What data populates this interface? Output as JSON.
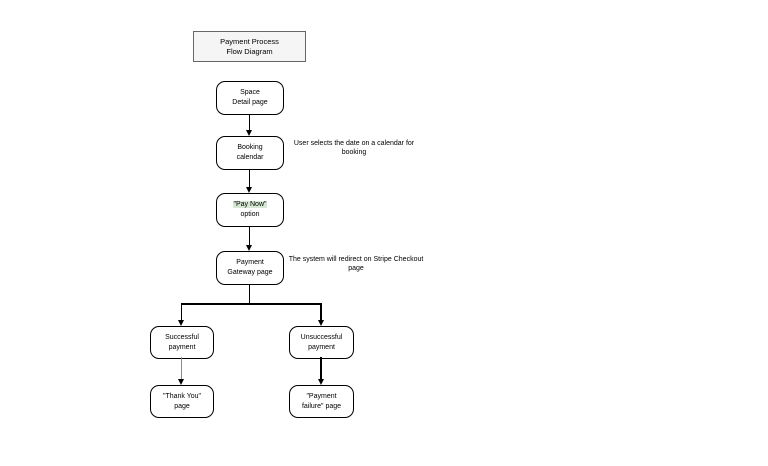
{
  "diagram": {
    "title": {
      "line1": "Payment Process",
      "line2": "Flow Diagram"
    },
    "nodes": {
      "space_detail": {
        "line1": "Space",
        "line2": "Detail page"
      },
      "booking": {
        "line1": "Booking",
        "line2": "calendar"
      },
      "pay_now": {
        "line1": "\"Pay Now\"",
        "line2": "option"
      },
      "gateway": {
        "line1": "Payment",
        "line2": "Gateway page"
      },
      "successful": {
        "line1": "Successful",
        "line2": "payment"
      },
      "unsuccessful": {
        "line1": "Unsuccessful",
        "line2": "payment"
      },
      "thank_you": {
        "line1": "\"Thank You\"",
        "line2": "page"
      },
      "failure": {
        "line1": "\"Payment",
        "line2": "failure\" page"
      }
    },
    "annotations": {
      "booking_note": {
        "line1": "User selects the date on a calendar  for",
        "line2": "booking"
      },
      "gateway_note": {
        "line1": "The system will redirect on Stripe Checkout",
        "line2": "page"
      }
    },
    "colors": {
      "highlight_green": "#d5e8d4",
      "title_fill": "#f5f5f5",
      "title_border": "#666666",
      "node_border": "#000000",
      "arrow": "#000000"
    }
  }
}
